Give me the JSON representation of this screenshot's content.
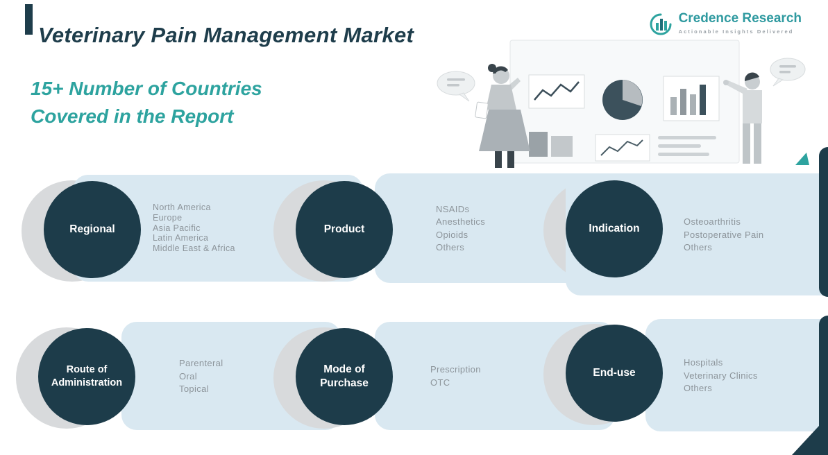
{
  "header": {
    "title": "Veterinary Pain Management Market",
    "subtitle_line1": "15+ Number of Countries",
    "subtitle_line2": "Covered in the Report"
  },
  "logo": {
    "name": "Credence Research",
    "tagline": "Actionable Insights Delivered"
  },
  "colors": {
    "dark_teal": "#1d3c4a",
    "teal_accent": "#2da39f",
    "panel_blue": "#d9e8f1",
    "item_gray": "#8d959b"
  },
  "segments": [
    {
      "label": "Regional",
      "items": [
        "North America",
        "Europe",
        "Asia Pacific",
        "Latin America",
        "Middle East & Africa"
      ]
    },
    {
      "label": "Product",
      "items": [
        "NSAIDs",
        "Anesthetics",
        "Opioids",
        "Others"
      ]
    },
    {
      "label": "Indication",
      "items": [
        "Osteoarthritis",
        "Postoperative Pain",
        "Others"
      ]
    },
    {
      "label": "Route of Administration",
      "items": [
        "Parenteral",
        "Oral",
        "Topical"
      ]
    },
    {
      "label": "Mode of Purchase",
      "items": [
        "Prescription",
        "OTC"
      ]
    },
    {
      "label": "End-use",
      "items": [
        "Hospitals",
        "Veterinary Clinics",
        "Others"
      ]
    }
  ]
}
